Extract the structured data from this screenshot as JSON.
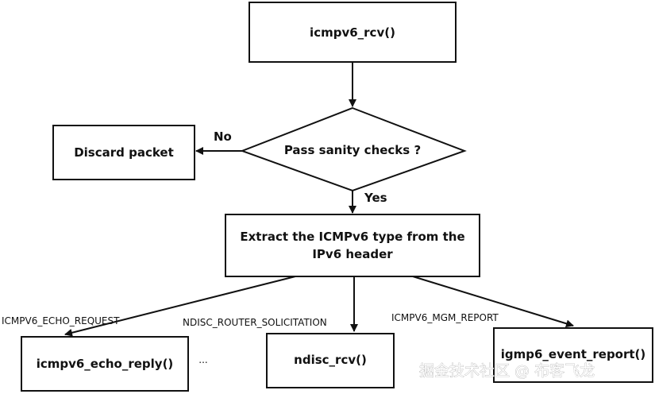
{
  "nodes": {
    "icmpv6_rcv": "icmpv6_rcv()",
    "sanity_check": "Pass sanity checks ?",
    "discard": "Discard packet",
    "extract_line1": "Extract the ICMPv6 type from the",
    "extract_line2": "IPv6 header",
    "echo_reply": "icmpv6_echo_reply()",
    "ellipsis": "...",
    "ndisc_rcv": "ndisc_rcv()",
    "igmp6": "igmp6_event_report()"
  },
  "edges": {
    "no": "No",
    "yes": "Yes",
    "echo_request": "ICMPV6_ECHO_REQUEST",
    "router_solicitation": "NDISC_ROUTER_SOLICITATION",
    "mgm_report": "ICMPV6_MGM_REPORT"
  },
  "watermark": "掘金技术社区 @ 布客飞龙"
}
